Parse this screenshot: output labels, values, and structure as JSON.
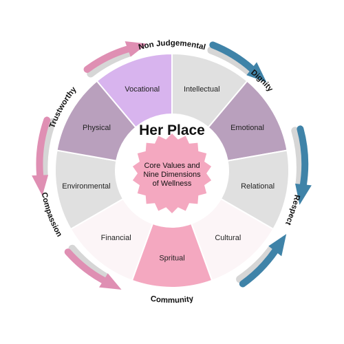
{
  "title": "Her Place",
  "core": {
    "lines": [
      "Core Values and",
      "Nine Dimensions",
      "of Wellness"
    ]
  },
  "dimensions": [
    {
      "label": "Vocational",
      "color": "#d8b4ee"
    },
    {
      "label": "Intellectual",
      "color": "#e0e0e0"
    },
    {
      "label": "Emotional",
      "color": "#b9a0bd"
    },
    {
      "label": "Relational",
      "color": "#e0e0e0"
    },
    {
      "label": "Cultural",
      "color": "#fcf5f7"
    },
    {
      "label": "Spritual",
      "color": "#f4a8c0"
    },
    {
      "label": "Financial",
      "color": "#fcf5f7"
    },
    {
      "label": "Environmental",
      "color": "#e0e0e0"
    },
    {
      "label": "Physical",
      "color": "#b9a0bd"
    }
  ],
  "values": [
    {
      "label": "Non Judgemental"
    },
    {
      "label": "Dignity"
    },
    {
      "label": "Respect"
    },
    {
      "label": "Community"
    },
    {
      "label": "Compassion"
    },
    {
      "label": "Trustworthy"
    }
  ],
  "colors": {
    "ring_gap": "#ffffff",
    "inner_circle": "#ffffff",
    "star": "#f4a8c0",
    "arrow_blue": "#3f83a8",
    "arrow_pink": "#df8fb3",
    "arrow_shadow": "#d6d6d6"
  }
}
